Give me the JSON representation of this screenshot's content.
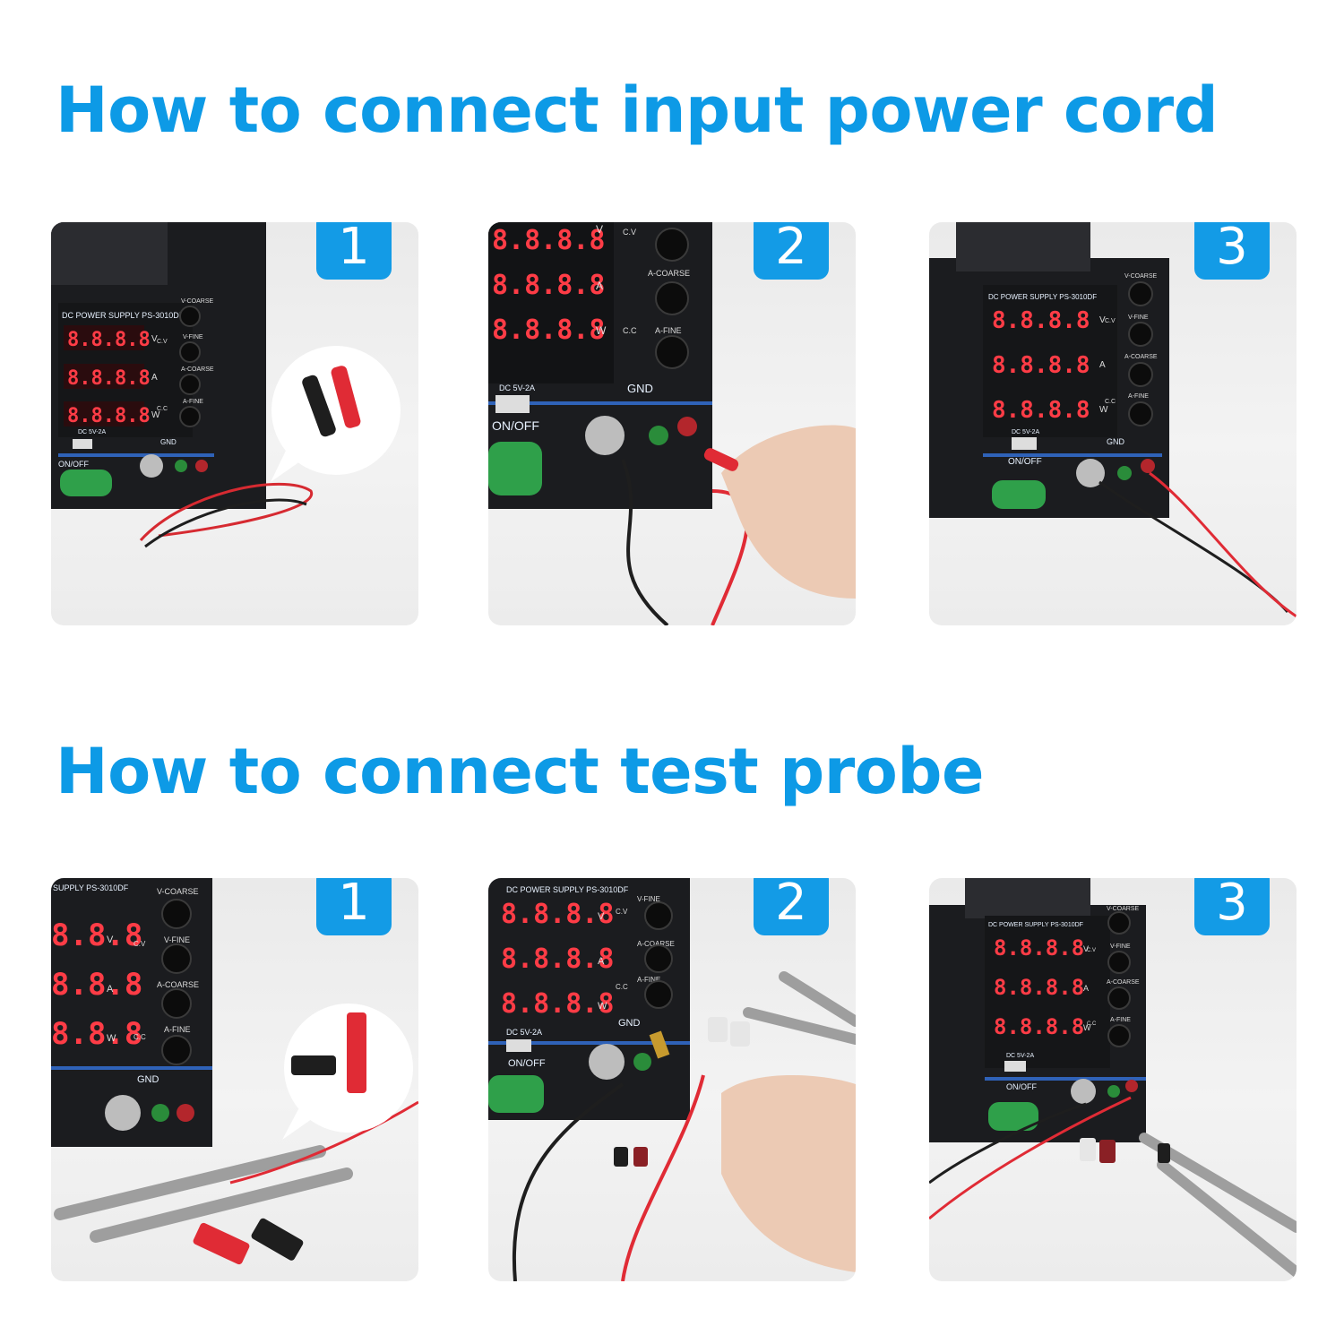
{
  "sections": [
    {
      "title": "How to connect input power cord",
      "steps": [
        {
          "badge": "1",
          "model": "DC POWER SUPPLY PS-3010DF",
          "usb": "DC 5V-2A",
          "switch": "ON/OFF",
          "gnd": "GND",
          "knobs": [
            "V-COARSE",
            "V-FINE",
            "A-COARSE",
            "A-FINE"
          ],
          "cv": "C.V",
          "cc": "C.C",
          "units": [
            "V",
            "A",
            "W"
          ]
        },
        {
          "badge": "2",
          "usb": "DC 5V-2A",
          "switch": "ON/OFF",
          "gnd": "GND",
          "knobs": [
            "C.V",
            "A-COARSE",
            "C.C",
            "A-FINE"
          ],
          "units": [
            "V",
            "A",
            "W"
          ]
        },
        {
          "badge": "3",
          "model": "DC POWER SUPPLY PS-3010DF",
          "usb": "DC 5V-2A",
          "switch": "ON/OFF",
          "gnd": "GND",
          "knobs": [
            "V-COARSE",
            "V-FINE",
            "A-COARSE",
            "A-FINE"
          ],
          "cv": "C.V",
          "cc": "C.C",
          "units": [
            "V",
            "A",
            "W"
          ]
        }
      ]
    },
    {
      "title": "How to connect test probe",
      "steps": [
        {
          "badge": "1",
          "model": "SUPPLY PS-3010DF",
          "gnd": "GND",
          "knobs": [
            "V-COARSE",
            "V-FINE",
            "A-COARSE",
            "A-FINE"
          ],
          "cv": "C.V",
          "cc": "C.C",
          "units": [
            "V",
            "A",
            "W"
          ]
        },
        {
          "badge": "2",
          "model": "DC POWER SUPPLY PS-3010DF",
          "usb": "DC 5V-2A",
          "switch": "ON/OFF",
          "gnd": "GND",
          "knobs": [
            "V-FINE",
            "A-COARSE",
            "A-FINE"
          ],
          "cv": "C.V",
          "cc": "C.C",
          "units": [
            "V",
            "A",
            "W"
          ]
        },
        {
          "badge": "3",
          "model": "DC POWER SUPPLY PS-3010DF",
          "usb": "DC 5V-2A",
          "switch": "ON/OFF",
          "knobs": [
            "V-COARSE",
            "V-FINE",
            "A-COARSE",
            "A-FINE"
          ],
          "cv": "C.V",
          "cc": "C.C",
          "units": [
            "V",
            "A",
            "W"
          ]
        }
      ]
    }
  ],
  "colors": {
    "accent": "#139be6",
    "heading": "#0d9ae6",
    "lead_red": "#e02b35",
    "lead_black": "#1c1c1c"
  }
}
